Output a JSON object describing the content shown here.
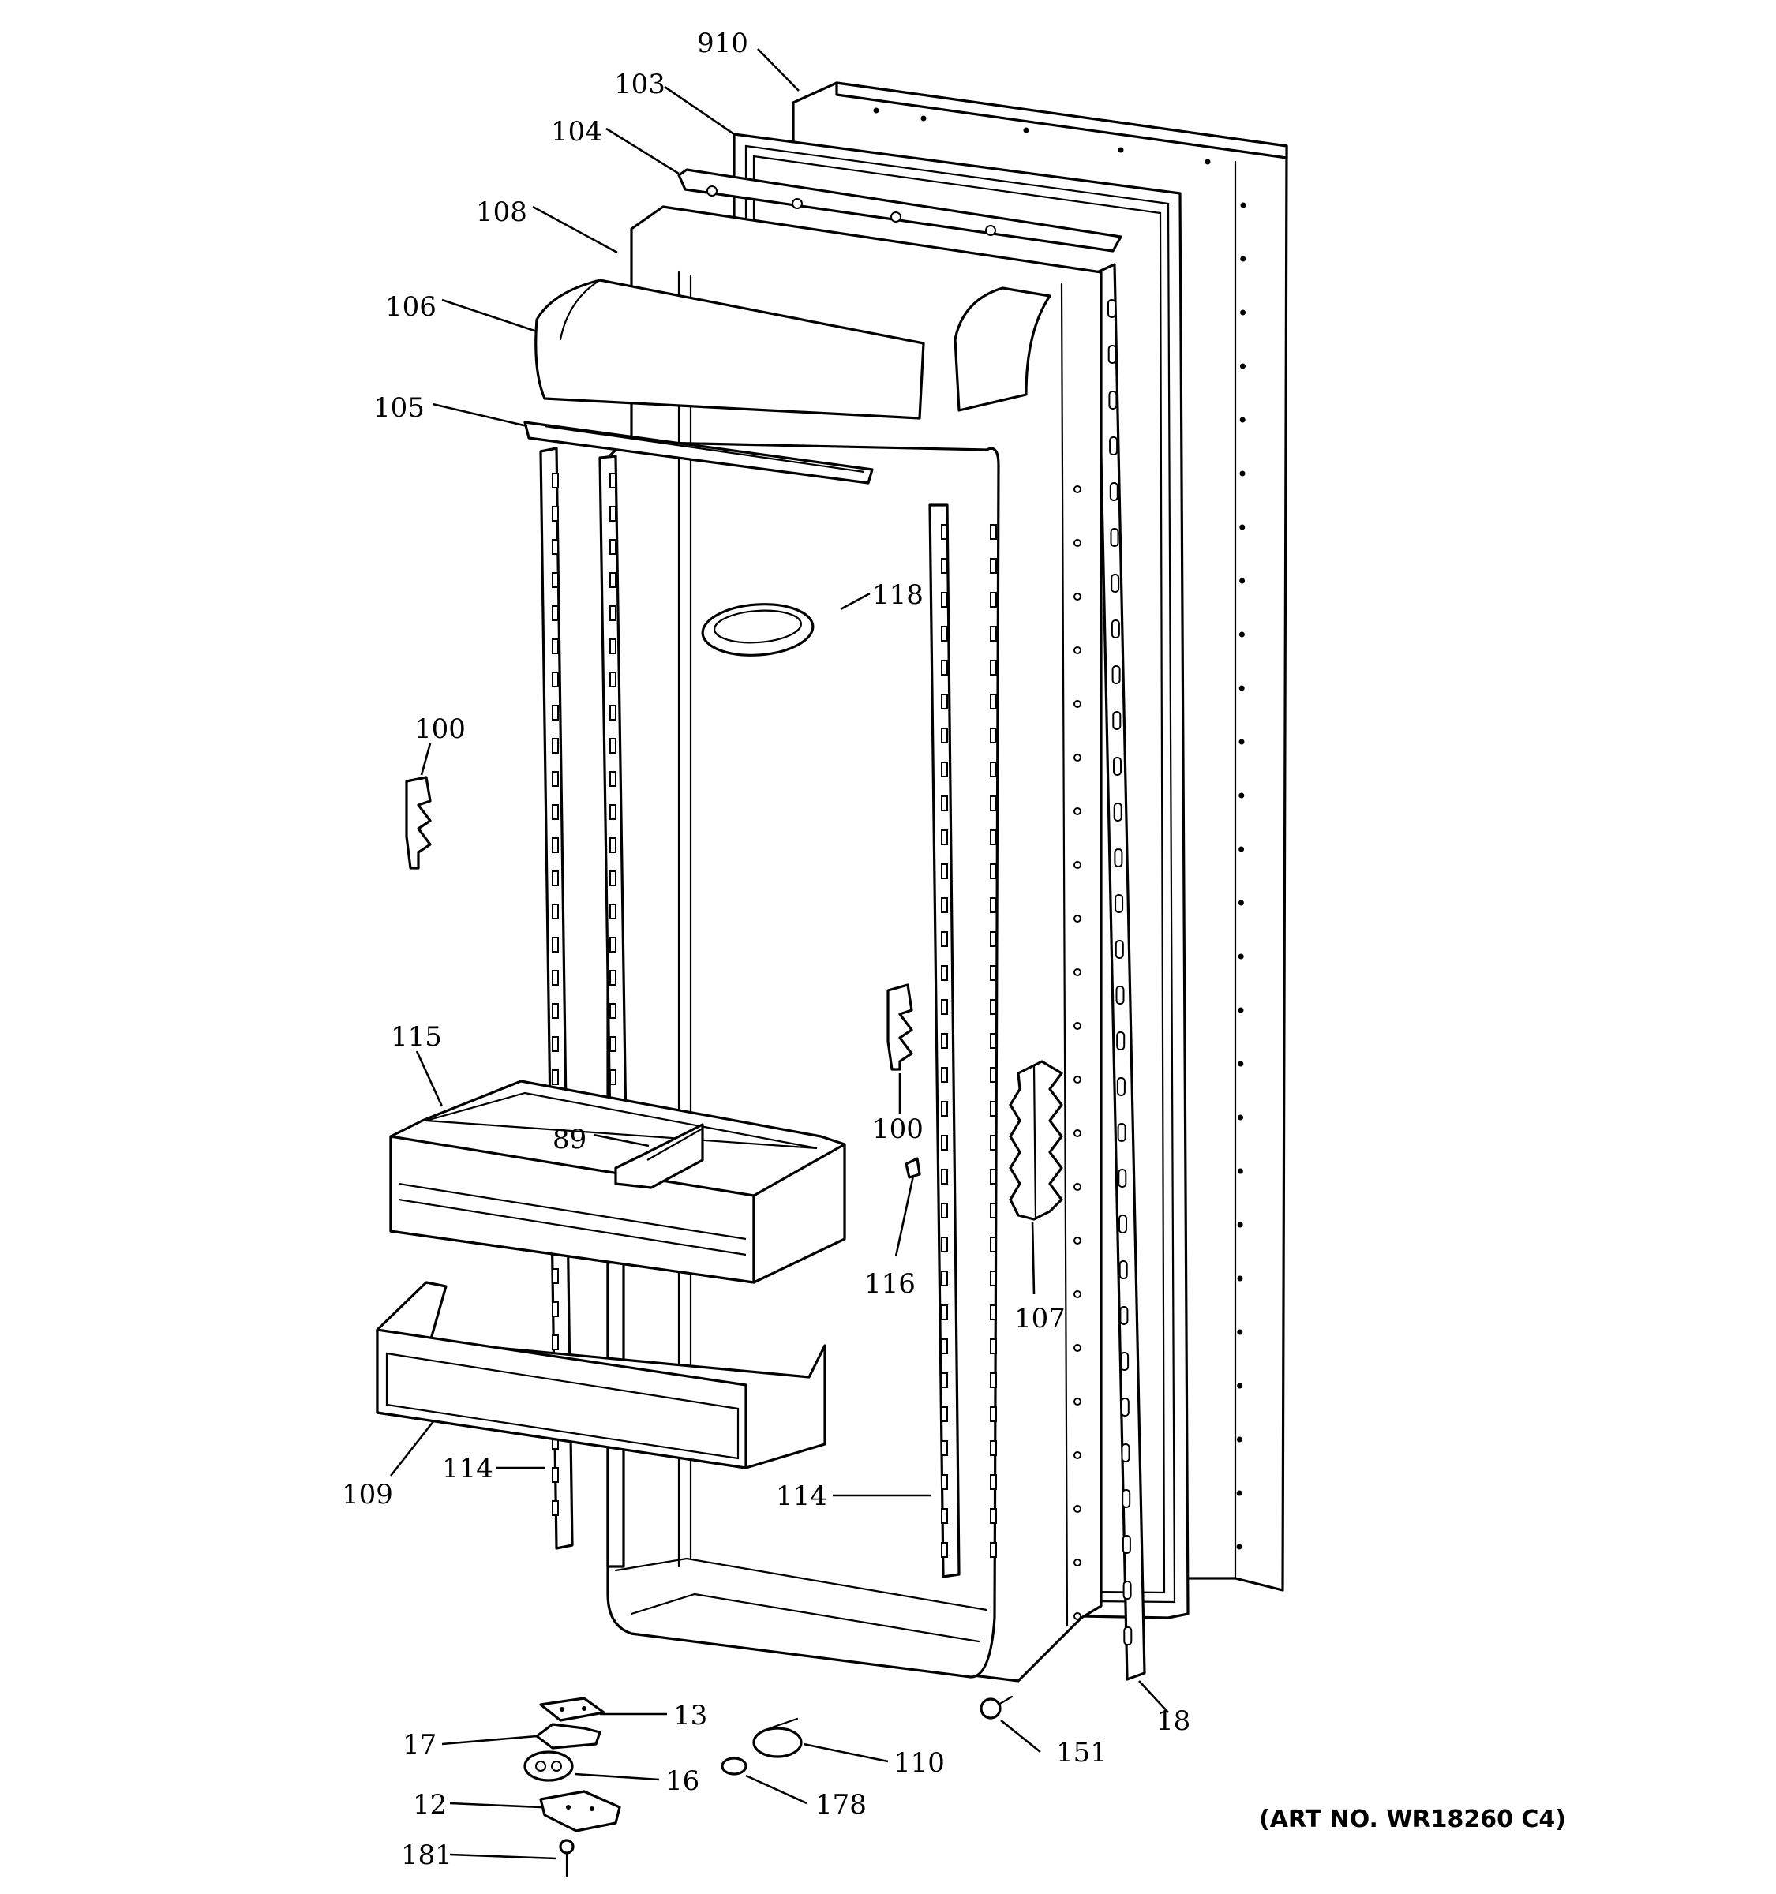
{
  "art_number": "(ART NO. WR18260 C4)",
  "labels": {
    "l910": "910",
    "l103": "103",
    "l104": "104",
    "l108": "108",
    "l106": "106",
    "l105": "105",
    "l118": "118",
    "l100a": "100",
    "l100b": "100",
    "l115": "115",
    "l89": "89",
    "l116": "116",
    "l107": "107",
    "l109": "109",
    "l114a": "114",
    "l114b": "114",
    "l13": "13",
    "l17": "17",
    "l16": "16",
    "l12": "12",
    "l181": "181",
    "l110": "110",
    "l178": "178",
    "l151": "151",
    "l18": "18"
  }
}
